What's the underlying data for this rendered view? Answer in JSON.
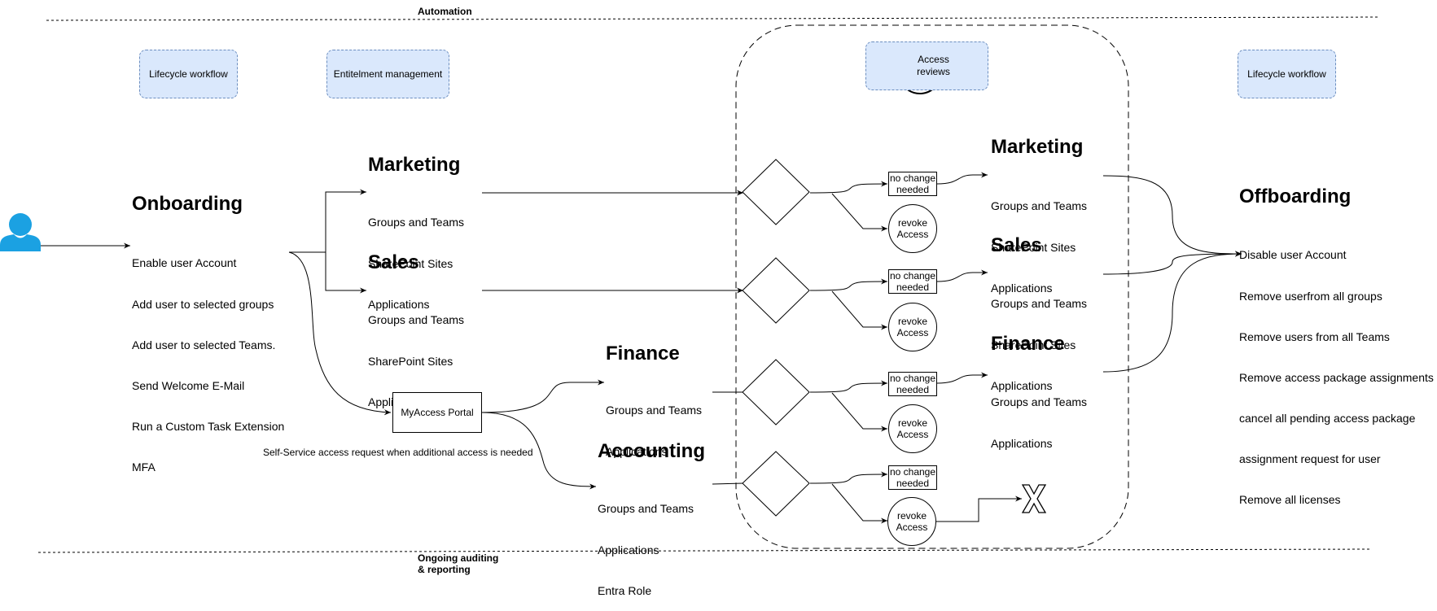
{
  "swimlanes": {
    "automation": "Automation",
    "auditing": "Ongoing auditing\n& reporting"
  },
  "phases": {
    "lifecycle_left": "Lifecycle workflow",
    "entitlement": "Entitelment management",
    "access_reviews": "Access\nreviews",
    "lifecycle_right": "Lifecycle workflow"
  },
  "onboarding": {
    "title": "Onboarding",
    "items": [
      "Enable user Account",
      "Add user to selected groups",
      "Add user to selected Teams.",
      "Send Welcome E-Mail",
      "Run a Custom Task Extension",
      "MFA"
    ]
  },
  "packages": {
    "marketing": {
      "title": "Marketing",
      "items": [
        "Groups and Teams",
        "SharePoint Sites",
        "Applications"
      ]
    },
    "sales": {
      "title": "Sales",
      "items": [
        "Groups and Teams",
        "SharePoint Sites",
        "Applications"
      ]
    },
    "finance": {
      "title": "Finance",
      "items": [
        "Groups and Teams",
        "Applications"
      ]
    },
    "accounting": {
      "title": "Accounting",
      "items": [
        "Groups and Teams",
        "Applications",
        "Entra Role"
      ]
    }
  },
  "portal": {
    "label": "MyAccess Portal",
    "note": "Self-Service access request when additional access is needed"
  },
  "review": {
    "no_change": "no change\nneeded",
    "revoke": "revoke\nAccess",
    "removed_mark": "X"
  },
  "retained": {
    "marketing": {
      "title": "Marketing",
      "items": [
        "Groups and Teams",
        "SharePoint Sites",
        "Applications"
      ]
    },
    "sales": {
      "title": "Sales",
      "items": [
        "Groups and Teams",
        "SharePoint Sites",
        "Applications"
      ]
    },
    "finance": {
      "title": "Finance",
      "items": [
        "Groups and Teams",
        "Applications"
      ]
    }
  },
  "offboarding": {
    "title": "Offboarding",
    "items": [
      "Disable user Account",
      "Remove userfrom all groups",
      "Remove users from all Teams",
      "Remove access package assignments",
      "cancel all pending access package",
      "assignment request for user",
      "Remove all licenses"
    ]
  },
  "colors": {
    "pill_fill": "#dae8fc",
    "pill_border": "#6c8ebf",
    "user_icon": "#1ba1e2"
  },
  "icons": [
    "user-icon",
    "refresh-cycle-icon",
    "x-mark-icon"
  ]
}
